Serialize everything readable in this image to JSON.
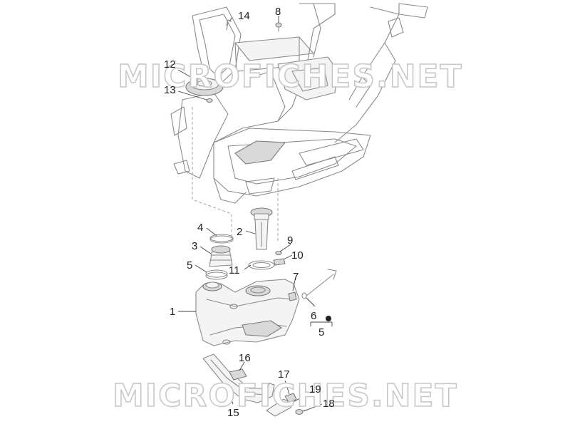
{
  "watermark": {
    "top_text": "MICROFICHES.NET",
    "bottom_text": "MICROFICHES.NET"
  },
  "callouts": {
    "c1": "1",
    "c2": "2",
    "c3": "3",
    "c4": "4",
    "c5a": "5",
    "c5b": "5",
    "c6": "6",
    "c7": "7",
    "c8": "8",
    "c9": "9",
    "c10": "10",
    "c11": "11",
    "c12": "12",
    "c13": "13",
    "c14": "14",
    "c15": "15",
    "c16": "16",
    "c17": "17",
    "c18": "18",
    "c19": "19"
  },
  "colors": {
    "line": "#8a8a8a",
    "text": "#222222",
    "background": "#ffffff"
  }
}
